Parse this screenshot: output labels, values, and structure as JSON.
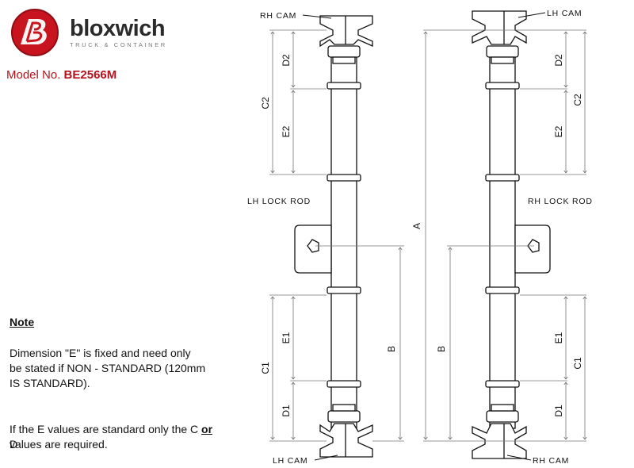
{
  "brand": {
    "name": "bloxwich",
    "tagline": "TRUCK & CONTAINER",
    "logo_colors": {
      "red": "#c8141e",
      "dark": "#2a2a2a"
    }
  },
  "model": {
    "prefix": "Model No.",
    "number": "BE2566M"
  },
  "note": {
    "title": "Note",
    "para1_lines": [
      "Dimension \"E\" is fixed and need only",
      "be stated if NON - STANDARD (120mm",
      "IS STANDARD)."
    ],
    "para2_line1_before": "If the E values are standard only the C ",
    "para2_line1_or": "or",
    "para2_line1_after": " D",
    "para2_line2": "values are required."
  },
  "diagram": {
    "labels": {
      "left_top_cam": "RH CAM",
      "left_bottom_cam": "LH CAM",
      "right_top_cam": "LH CAM",
      "right_bottom_cam": "RH CAM",
      "left_rod": "LH LOCK ROD",
      "right_rod": "RH LOCK ROD"
    },
    "dims": {
      "D2": "D2",
      "C2": "C2",
      "E2": "E2",
      "E1": "E1",
      "C1": "C1",
      "D1": "D1",
      "B": "B",
      "A": "A"
    }
  }
}
